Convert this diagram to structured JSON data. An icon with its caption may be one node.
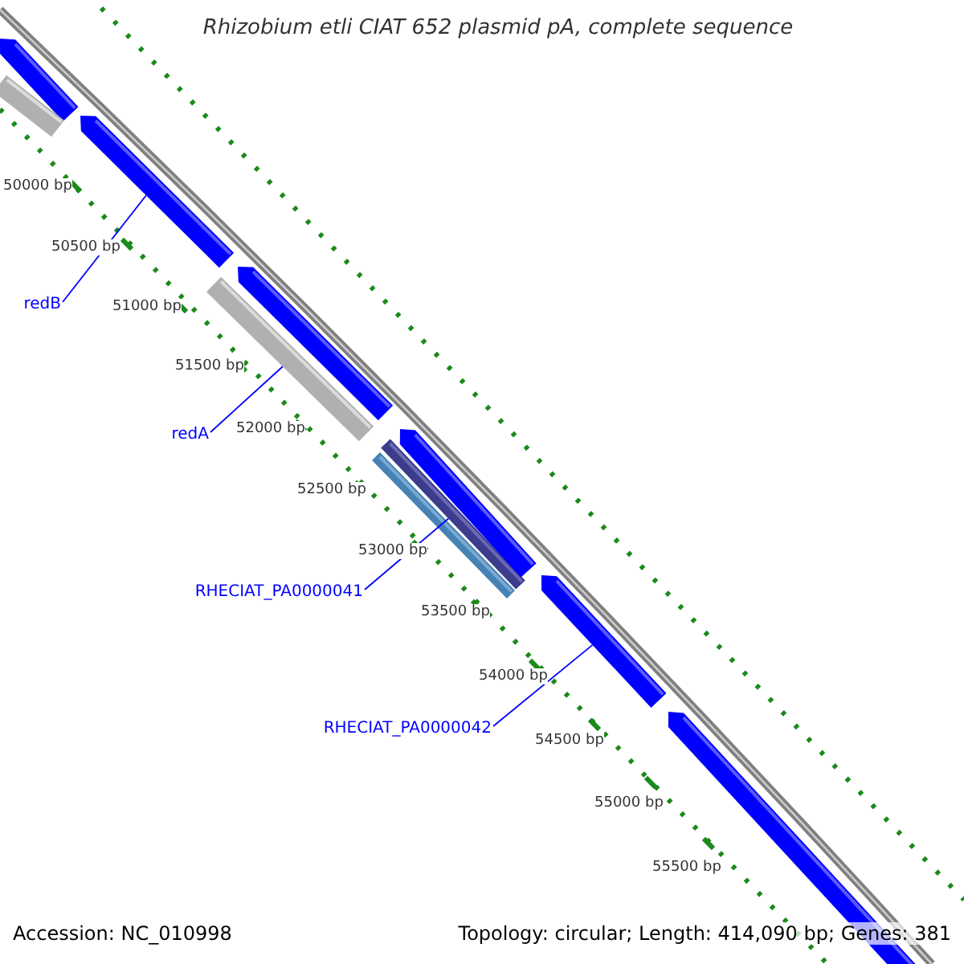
{
  "diagram": {
    "title": "Rhizobium etli CIAT 652 plasmid pA, complete sequence",
    "nodes": [
      {
        "text": [
          "redB"
        ]
      },
      {
        "text": [],
        "shape": "bar"
      },
      {
        "text": [
          "redA"
        ]
      },
      {
        "text": [],
        "shape": "bar"
      },
      {
        "text": [
          "RHECIAT_PA0000041"
        ]
      },
      {
        "text": [],
        "shape": "bar"
      },
      {
        "text": [
          "RHECIAT_PA0000042"
        ]
      },
      {
        "text": [],
        "shape": "bar"
      }
    ],
    "edges": [
      {
        "from": 0,
        "to": 1,
        "arrow": "none"
      },
      {
        "from": 2,
        "to": 3,
        "arrow": "none"
      },
      {
        "from": 4,
        "to": 5,
        "arrow": "none"
      },
      {
        "from": 6,
        "to": 7,
        "arrow": "none"
      }
    ],
    "labels": [
      "50000 bp",
      "50500 bp",
      "51000 bp",
      "51500 bp",
      "52000 bp",
      "52500 bp",
      "53000 bp",
      "53500 bp",
      "54000 bp",
      "54500 bp",
      "55000 bp",
      "55500 bp",
      "Accession: NC_010998",
      "Topology: circular; Length: 414,090 bp; Genes: 381"
    ]
  }
}
